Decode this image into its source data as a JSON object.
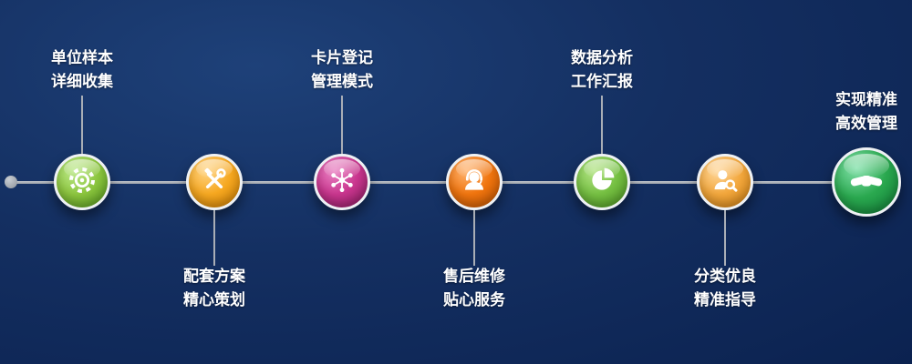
{
  "page": {
    "background_from": "#1e4179",
    "background_to": "#0b2250"
  },
  "timeline": {
    "line_color": "#a9aeb6",
    "nodes": [
      {
        "name": "sample-collection",
        "label_line1": "单位样本",
        "label_line2": "详细收集",
        "label_position": "above",
        "color": "#8dc63f",
        "icon": "gear-globe-icon"
      },
      {
        "name": "supporting-plan",
        "label_line1": "配套方案",
        "label_line2": "精心策划",
        "label_position": "below",
        "color": "#f6a821",
        "icon": "tools-icon"
      },
      {
        "name": "card-registration",
        "label_line1": "卡片登记",
        "label_line2": "管理模式",
        "label_position": "above",
        "color": "#c9368e",
        "icon": "network-icon"
      },
      {
        "name": "after-sales-service",
        "label_line1": "售后维修",
        "label_line2": "贴心服务",
        "label_position": "below",
        "color": "#f0750f",
        "icon": "headset-icon"
      },
      {
        "name": "data-analysis",
        "label_line1": "数据分析",
        "label_line2": "工作汇报",
        "label_position": "above",
        "color": "#76c043",
        "icon": "pie-chart-icon"
      },
      {
        "name": "precise-guidance",
        "label_line1": "分类优良",
        "label_line2": "精准指导",
        "label_position": "below",
        "color": "#f2a73d",
        "icon": "person-search-icon"
      },
      {
        "name": "efficient-management",
        "label_line1": "实现精准",
        "label_line2": "高效管理",
        "label_position": "above",
        "color": "#2aa84f",
        "icon": "handshake-icon"
      }
    ]
  }
}
